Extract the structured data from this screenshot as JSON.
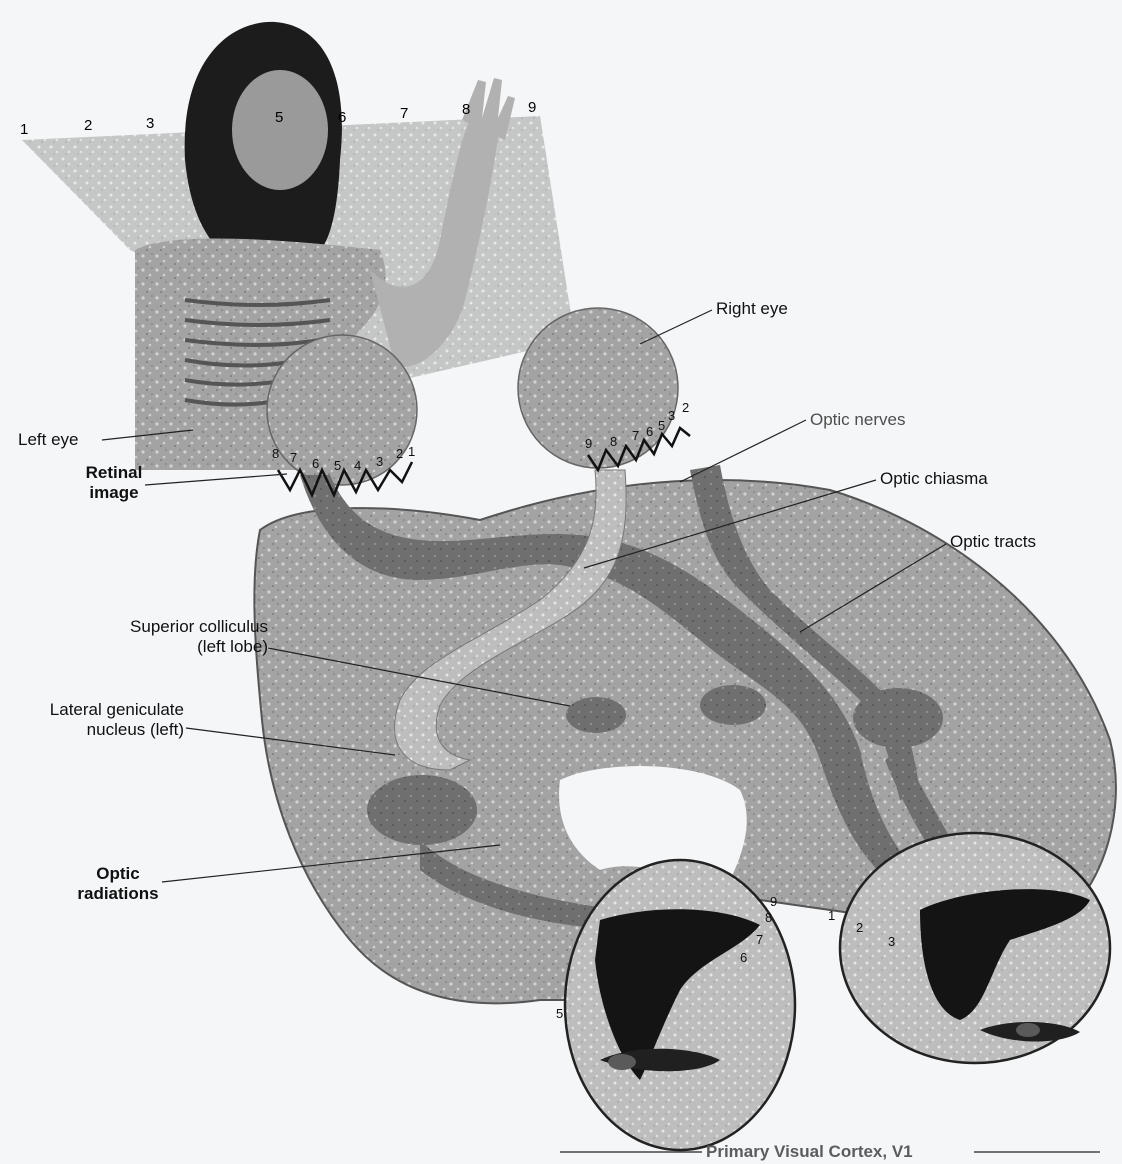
{
  "labels": {
    "right_eye": "Right eye",
    "optic_nerves_1": "Optic",
    "optic_nerves_2": "nerves",
    "optic_chiasma": "Optic chiasma",
    "optic_tracts": "Optic tracts",
    "left_eye": "Left eye",
    "retinal_image_1": "Retinal",
    "retinal_image_2": "image",
    "superior_colliculus_1": "Superior colliculus",
    "superior_colliculus_2": "(left lobe)",
    "lateral_geniculate_1": "Lateral geniculate",
    "lateral_geniculate_2": "nucleus (left)",
    "optic_radiations_1": "Optic",
    "optic_radiations_2": "radiations",
    "primary_visual_cortex": "Primary Visual Cortex, V1"
  },
  "visual_field_numbers": [
    "1",
    "2",
    "3",
    "5",
    "6",
    "7",
    "8",
    "9"
  ],
  "left_retina_numbers": [
    "8",
    "7",
    "6",
    "5",
    "4",
    "3",
    "2",
    "1"
  ],
  "right_retina_numbers": [
    "9",
    "8",
    "7",
    "6",
    "5",
    "3",
    "2"
  ],
  "left_cortex_numbers": [
    "9",
    "8",
    "7",
    "6",
    "5"
  ],
  "right_cortex_numbers": [
    "1",
    "2",
    "3"
  ],
  "colors": {
    "background": "#f4f6f8",
    "tissue": "#9c9c9c",
    "tissue_dark": "#6a6a6a",
    "ink": "#111111",
    "label_gray": "#5c5c5c"
  }
}
